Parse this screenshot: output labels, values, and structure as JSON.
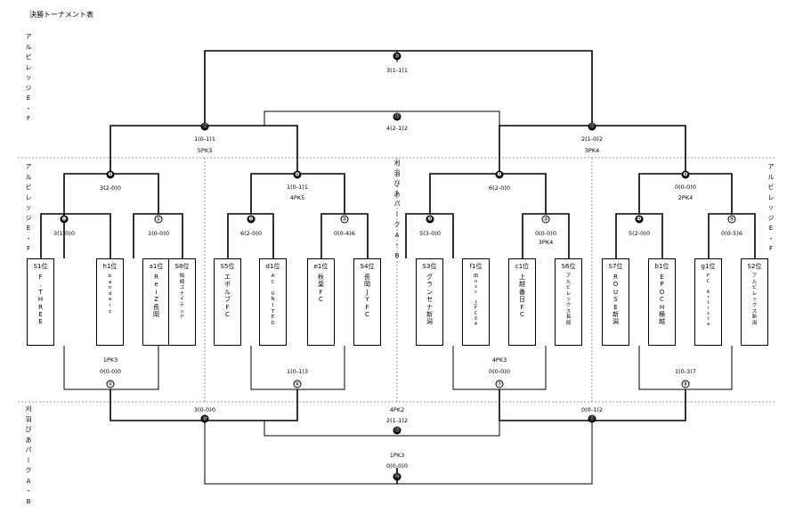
{
  "title": "決勝トーナメント表",
  "side_labels": {
    "top_left": "ア\nル\nビ\nレ\nッ\nジ\nE\n・\nF",
    "mid_left": "ア\nル\nビ\nレ\nッ\nジ\nE\n・\nF",
    "mid_center": "刈\n羽\nび\nあ\nパ\nl\nク\nA\n・\nB",
    "mid_right": "ア\nル\nビ\nレ\nッ\nジ\nE\n・\nF",
    "bottom_left": "刈\n羽\nび\nあ\nパ\nl\nク\nA\n・\nB"
  },
  "teams": [
    {
      "seed": "S1位",
      "name": "F\n.\nT\nH\nR\nE\nE"
    },
    {
      "seed": "h1位",
      "name": "b\na\nn\nd\na\ni\nz"
    },
    {
      "seed": "a1位",
      "name": "R\ne\ni\nZ\n長\n岡"
    },
    {
      "seed": "S8位",
      "name": "柏\n崎\nユ\nナ\nイ\nテ\nッ\nド"
    },
    {
      "seed": "S5位",
      "name": "エ\nボ\nル\nブ\nF\nC"
    },
    {
      "seed": "d1位",
      "name": "A\nC\n\nU\nN\nI\nT\nE\nD"
    },
    {
      "seed": "e1位",
      "name": "秋\n葉\nF\nC"
    },
    {
      "seed": "S4位",
      "name": "長\n岡\nJ\nY\nF\nC"
    },
    {
      "seed": "S3位",
      "name": "グ\nラ\nン\nセ\nナ\n新\n潟"
    },
    {
      "seed": "f1位",
      "name": "田\nu\nz\nc\n\n上\nF\nC\n0\n4"
    },
    {
      "seed": "c1位",
      "name": "上\n越\n番\n日\nF\nC"
    },
    {
      "seed": "S6位",
      "name": "ア\nル\nビ\nレ\nッ\nク\nス\n長\n岡"
    },
    {
      "seed": "S7位",
      "name": "R\nO\nU\nS\nE\n新\n潟"
    },
    {
      "seed": "b1位",
      "name": "E\nP\nO\nC\nH\n横\n越"
    },
    {
      "seed": "g1位",
      "name": "F\nC\n\nA\nr\nt\ni\ns\nt\na"
    },
    {
      "seed": "S2位",
      "name": "ア\nル\nビ\nレ\nッ\nク\nス\n新\n潟"
    }
  ],
  "match_numbers": {
    "m1": "❶",
    "m2": "①",
    "m3": "❷",
    "m4": "②",
    "m5": "❸",
    "m6": "③",
    "m7": "❹",
    "m8": "④",
    "m9": "❺",
    "m10": "❻",
    "m11": "❼",
    "m12": "❽",
    "m13": "⑤",
    "m14": "⑥",
    "m15": "⑦",
    "m16": "⑧",
    "m17": "⑬",
    "m18": "⑭",
    "m19": "⑩",
    "m20": "⑪",
    "m21": "⑫",
    "m22": "⑨",
    "m23": "⑩",
    "m24": "⑪",
    "m25": "⑮",
    "m26": "⑯"
  },
  "scores": {
    "r1_1": "3(1-0)0",
    "r1_2": "1(0-0)0",
    "r1_3": "6(2-0)0",
    "r1_4": "0(0-4)6",
    "r1_5": "5(3-0)0",
    "r1_6": "0(0-0)0",
    "r1_6b": "3PK4",
    "r1_7": "5(2-0)0",
    "r1_8": "0(0-5)6",
    "qf_1": "3(2-0)0",
    "qf_2": "1(0-1)1",
    "qf_2b": "4PK5",
    "qf_3": "6(2-0)0",
    "qf_4": "0(0-0)0",
    "qf_4b": "2PK4",
    "sf_1": "1(0-1)1",
    "sf_1b": "5PK3",
    "sf_2": "2(1-0)2",
    "sf_2b": "3PK4",
    "third": "4(2-1)2",
    "final": "3(1-1)1",
    "lr1_1": "0(0-0)0",
    "lr1_1b": "1PK3",
    "lr1_2": "1(0-1)3",
    "lr1_3": "0(0-0)0",
    "lr1_3b": "4PK3",
    "lr1_4": "1(0-3)7",
    "lsf_1": "3(0-0)0",
    "lsf_2": "0(0-1)2",
    "lmid": "2(1-1)2",
    "lmid_b": "4PK2",
    "lfinal": "0(0-0)0",
    "lfinal_b": "1PK3"
  }
}
